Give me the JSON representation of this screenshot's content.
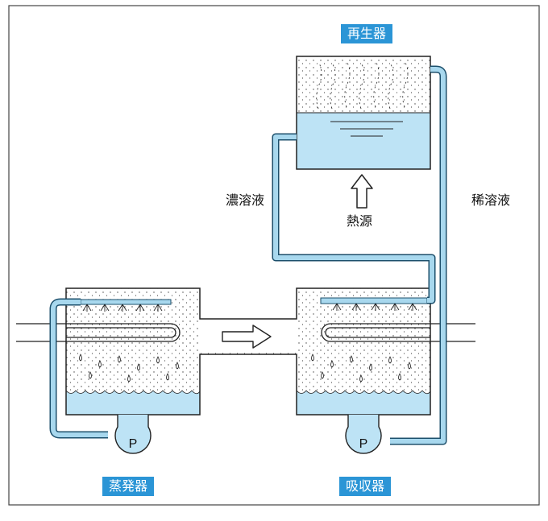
{
  "colors": {
    "accent": "#2b95d6",
    "pipe": "#a8d8ee",
    "liquid": "#bde3f5",
    "pipe_outline": "#1c4f6b"
  },
  "labels": {
    "regenerator": "再生器",
    "evaporator": "蒸発器",
    "absorber": "吸収器",
    "concentrated_solution": "濃溶液",
    "dilute_solution": "稀溶液",
    "heat_source": "熱源",
    "pump": "P"
  },
  "icons": {
    "heat_arrow": "arrow-up-icon",
    "flow_arrow": "arrow-right-icon"
  }
}
